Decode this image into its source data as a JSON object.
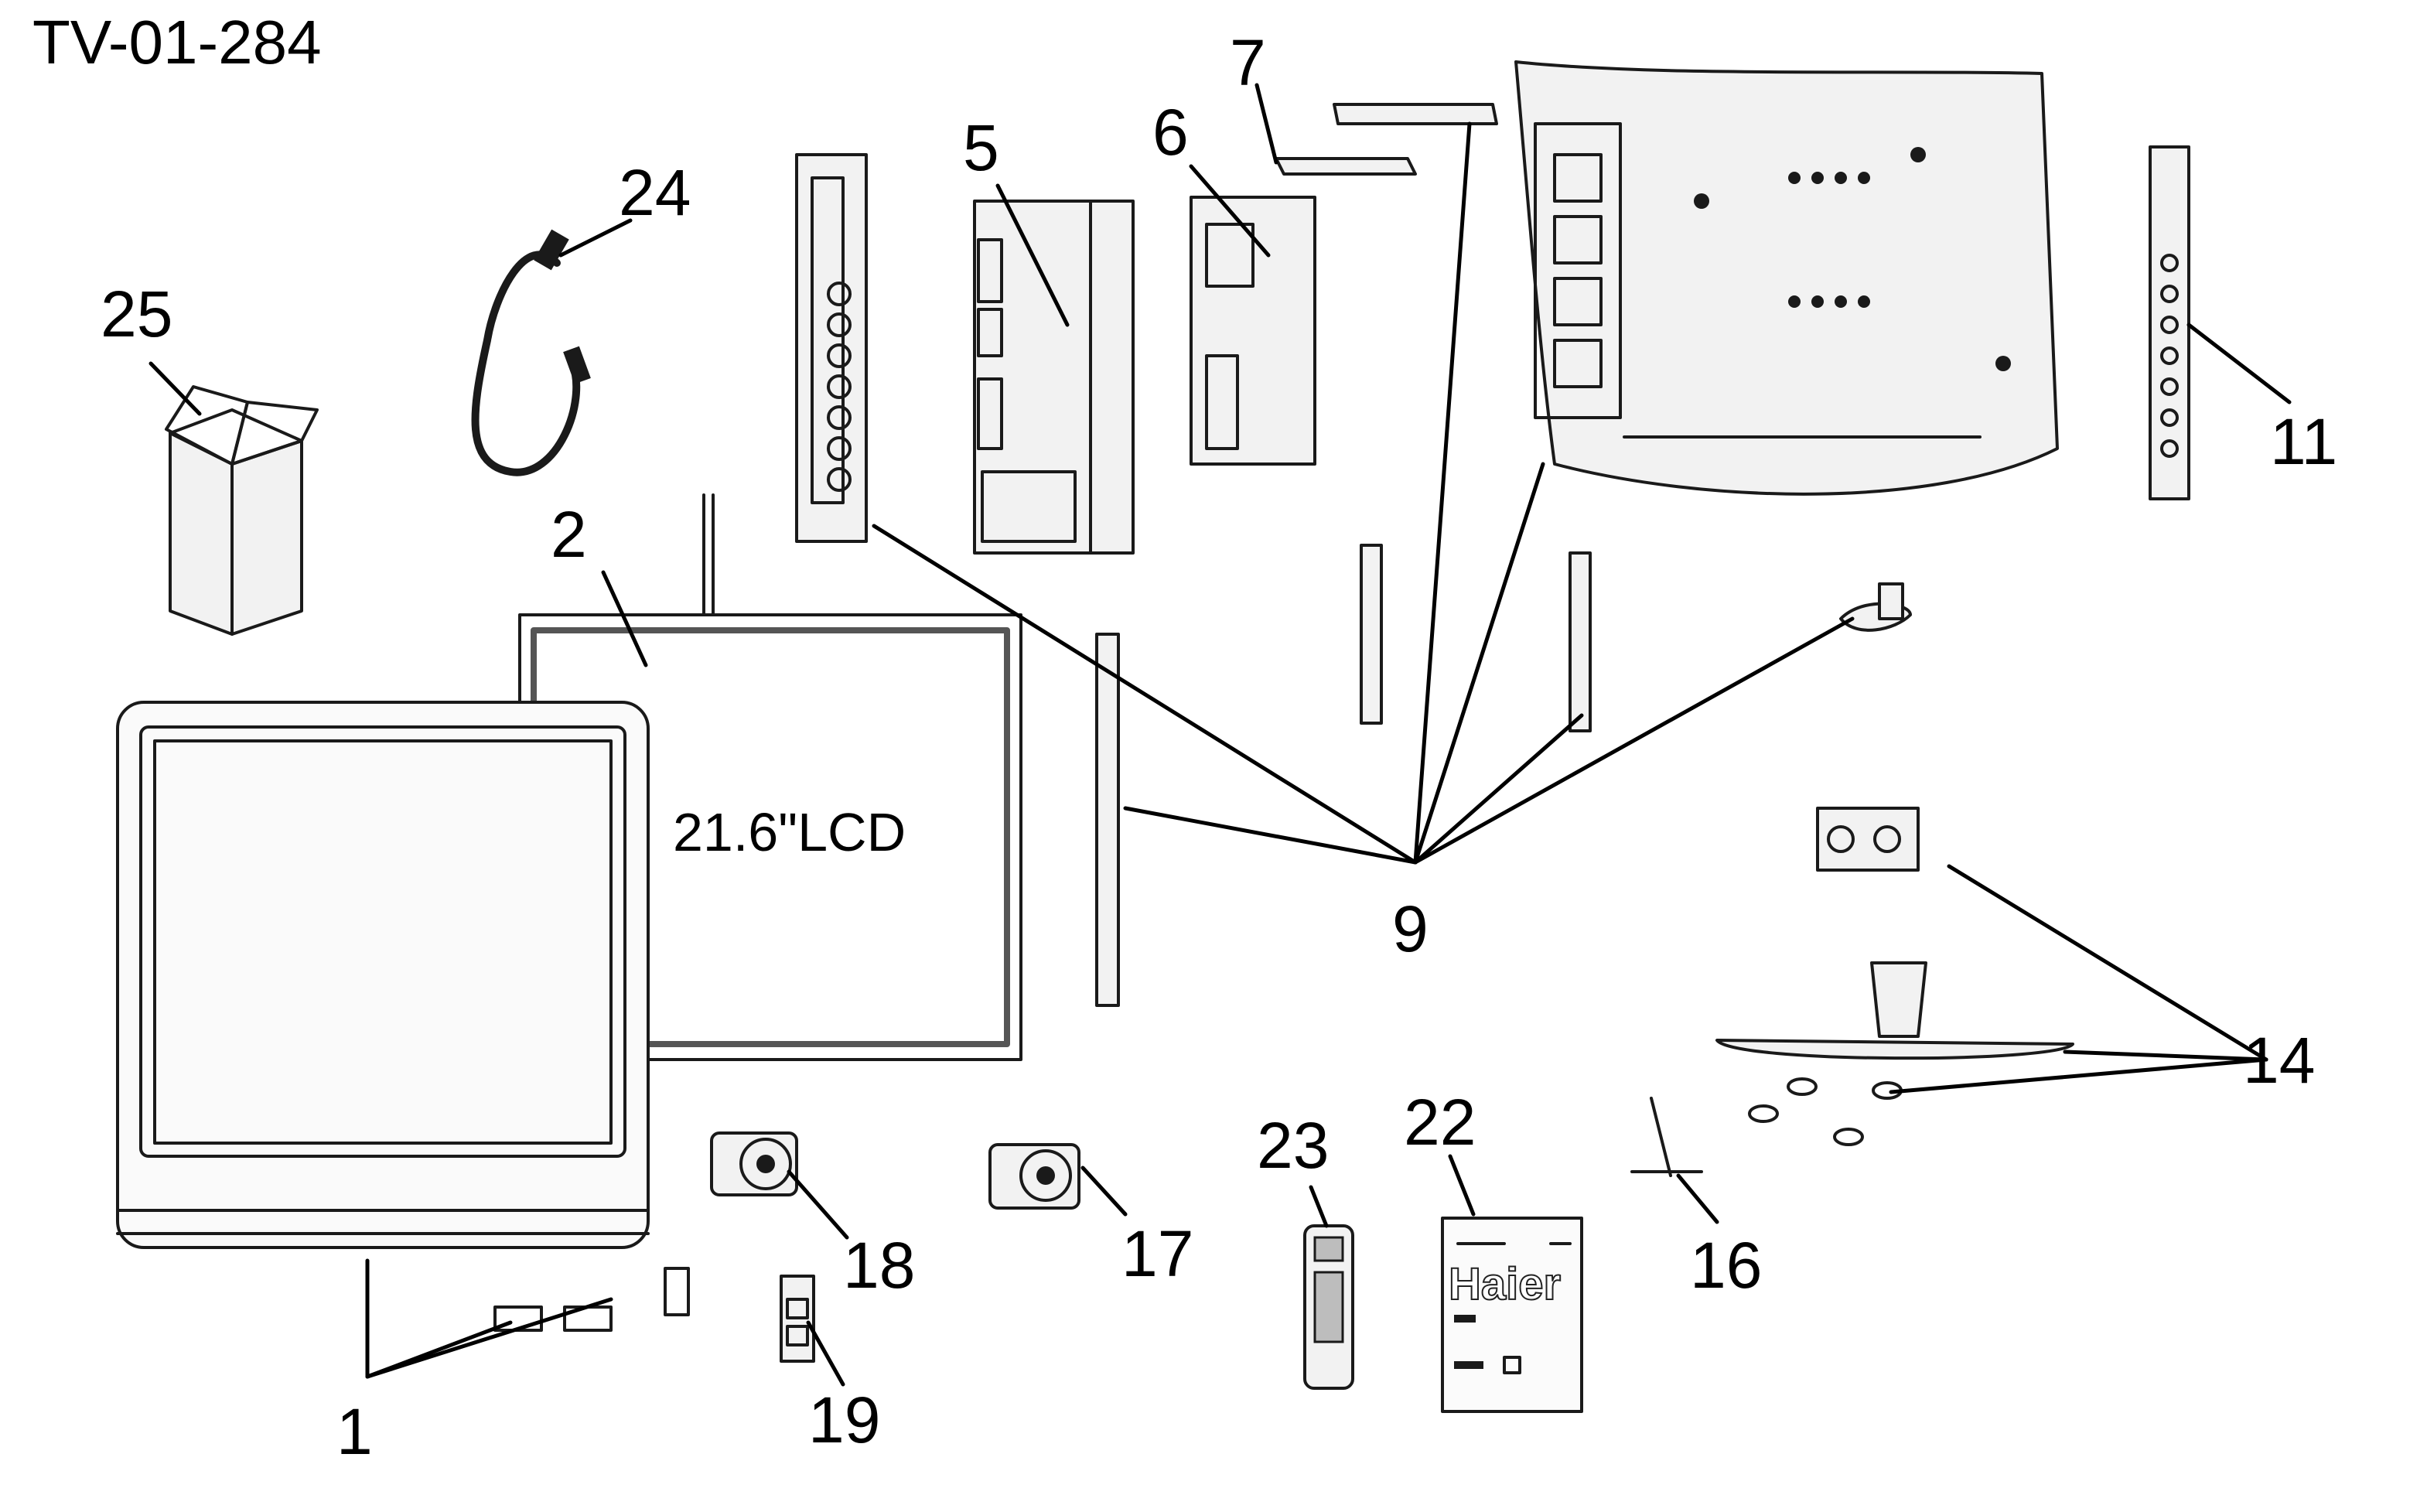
{
  "diagram": {
    "title": "TV-01-284",
    "lcd_label": "21.6\"LCD",
    "brand_label": "Haier",
    "callouts": {
      "c1": "1",
      "c2": "2",
      "c5": "5",
      "c6": "6",
      "c7": "7",
      "c9": "9",
      "c11": "11",
      "c14": "14",
      "c16": "16",
      "c17": "17",
      "c18": "18",
      "c19": "19",
      "c22": "22",
      "c23": "23",
      "c24": "24",
      "c25": "25"
    }
  }
}
